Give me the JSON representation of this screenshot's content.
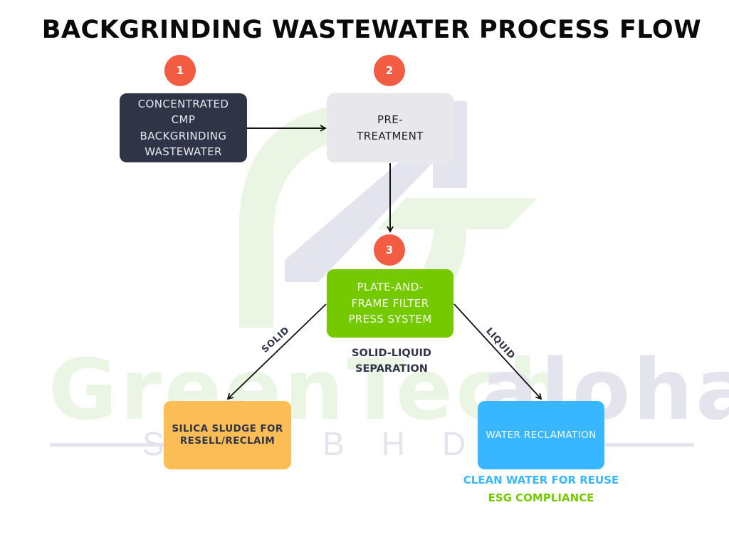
{
  "title": "BACKGRINDING WASTEWATER PROCESS FLOW",
  "watermark": {
    "brand_green": "GreenTech",
    "brand_grey": "aloha",
    "subtitle": "SDNBHD"
  },
  "steps": [
    {
      "badge": "1",
      "label": "CONCENTRATED\nCMP\nBACKGRINDING\nWASTEWATER"
    },
    {
      "badge": "2",
      "label": "PRE-\nTREATMENT"
    },
    {
      "badge": "3",
      "label": "PLATE-AND-\nFRAME FILTER\nPRESS SYSTEM"
    }
  ],
  "outputs": {
    "solid": {
      "label": "SILICA SLUDGE FOR\nRESELL/RECLAIM"
    },
    "liquid": {
      "label": "WATER RECLAMATION"
    }
  },
  "edges": {
    "solid_label": "SOLID",
    "liquid_label": "LIQUID"
  },
  "captions": {
    "separation": "SOLID-LIQUID\nSEPARATION",
    "clean_water": "CLEAN WATER FOR REUSE",
    "esg": "ESG COMPLIANCE"
  },
  "colors": {
    "badge": "#f25c43",
    "step1": "#2f3447",
    "step2": "#e8e8ec",
    "step3": "#74c900",
    "solid_output": "#fcbd57",
    "liquid_output": "#38b6ff"
  }
}
